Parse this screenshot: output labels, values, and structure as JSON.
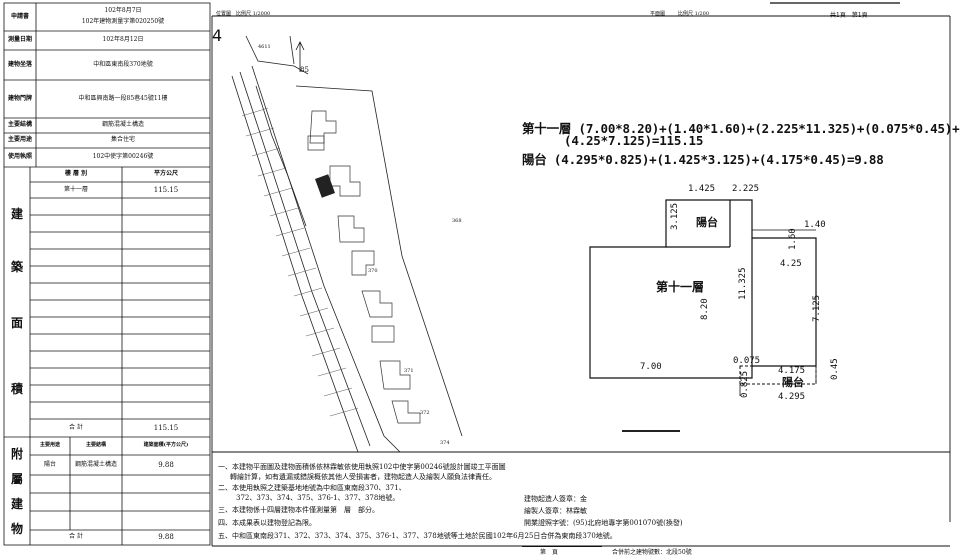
{
  "left_table": {
    "rows": [
      {
        "label": "申請書",
        "value1": "102年8月7日",
        "value2": "102年建物測量字第020250號"
      },
      {
        "label": "測量日期",
        "value1": "102年8月12日"
      },
      {
        "label": "建物坐落",
        "value1": "中和區東南段370地號"
      },
      {
        "label": "建物門牌",
        "value1": "中和區興南路一段85巷45號11樓"
      },
      {
        "label": "主要結構",
        "value1": "鋼筋混凝土構造"
      },
      {
        "label": "主要用途",
        "value1": "集合住宅"
      },
      {
        "label": "使用執照",
        "value1": "102中使字第00246號"
      }
    ],
    "area_header": {
      "floor": "樓 層 別",
      "unit": "平方公尺"
    },
    "area_rows": [
      {
        "floor": "第十一層",
        "area": "115.15"
      }
    ],
    "area_section_label": [
      "建",
      "築",
      "面",
      "積"
    ],
    "area_total_label": "合   計",
    "area_total": "115.15",
    "annex_section_label": [
      "附",
      "屬",
      "建",
      "物"
    ],
    "annex_header": {
      "use": "主要用途",
      "structure": "主要結構",
      "area": "建築面積(平方公尺)"
    },
    "annex_rows": [
      {
        "use": "陽台",
        "structure": "鋼筋混凝土構造",
        "area": "9.88"
      }
    ],
    "annex_total_label": "合   計",
    "annex_total": "9.88"
  },
  "map": {
    "title": "位置圖",
    "scale": "比例尺 1/2000",
    "north_number": "4",
    "labels": {
      "l1": "85",
      "l2": "368",
      "l3": "370",
      "l4": "371",
      "l5": "372",
      "l6": "374",
      "l7": "4611"
    }
  },
  "plan": {
    "header_title": "平面圖",
    "header_scale": "比例尺 1/200",
    "header_pages": "共1頁　第1頁",
    "formula1": "第十一層 (7.00*8.20)+(1.40*1.60)+(2.225*11.325)+(0.075*0.45)+",
    "formula2": "(4.25*7.125)=115.15",
    "formula3": "陽台 (4.295*0.825)+(1.425*3.125)+(4.175*0.45)=9.88",
    "room_main": "第十一層",
    "room_balcony_top": "陽台",
    "room_balcony_bottom": "陽台",
    "dims": {
      "d1": "1.425",
      "d2": "2.225",
      "d3": "3.125",
      "d4": "1.40",
      "d5": "1.60",
      "d6": "4.25",
      "d7": "11.325",
      "d8": "8.20",
      "d9": "7.125",
      "d10": "0.075",
      "d11": "7.00",
      "d12": "4.175",
      "d13": "0.45",
      "d14": "0.825",
      "d15": "4.295"
    }
  },
  "notes": {
    "n1": "一、本建物平面圖及建物面積係依林霖敏依使用執照102中使字第00246號設計圖竣工平面圖",
    "n1b": "轉繪計算，如有遺漏或錯誤概依其他人受損害者，建物起造人及繪製人願負法律責任。",
    "n2": "二、本使用執照之建築基地地號為中和區東南段370、371、",
    "n2b": "372、373、374、375、376-1、377、378地號。",
    "n3": "三、本建物係十四層建物本件僅測量第　層　部分。",
    "n4": "四、本成果表以建物登記為限。",
    "n5": "五、中和區東南段371、372、373、374、375、376-1、377、378地號等土地於民國102年6月25日合併為東南段370地號。",
    "sig1": "建物起造人簽章：金",
    "sig2": "繪製人簽章：林霖敏",
    "sig3": "開業證照字號：(95)北府地專字第001070號(換發)"
  },
  "bottom_fragment": {
    "text": "第　頁",
    "text2": "合併前之建物號數：北段50號"
  }
}
